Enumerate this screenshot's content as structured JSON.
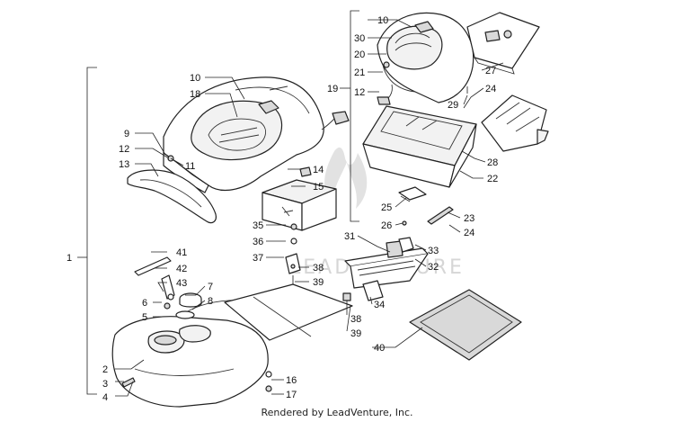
{
  "watermark_text": "LEADVENTURE",
  "caption": "Rendered by LeadVenture, Inc.",
  "callouts": [
    {
      "id": "c1",
      "text": "1"
    },
    {
      "id": "c2",
      "text": "2"
    },
    {
      "id": "c3",
      "text": "3"
    },
    {
      "id": "c4",
      "text": "4"
    },
    {
      "id": "c5",
      "text": "5"
    },
    {
      "id": "c6",
      "text": "6"
    },
    {
      "id": "c7",
      "text": "7"
    },
    {
      "id": "c8",
      "text": "8"
    },
    {
      "id": "c9",
      "text": "9"
    },
    {
      "id": "c10a",
      "text": "10"
    },
    {
      "id": "c10b",
      "text": "10"
    },
    {
      "id": "c11",
      "text": "11"
    },
    {
      "id": "c12a",
      "text": "12"
    },
    {
      "id": "c12b",
      "text": "12"
    },
    {
      "id": "c13",
      "text": "13"
    },
    {
      "id": "c14",
      "text": "14"
    },
    {
      "id": "c15",
      "text": "15"
    },
    {
      "id": "c16",
      "text": "16"
    },
    {
      "id": "c17",
      "text": "17"
    },
    {
      "id": "c18",
      "text": "18"
    },
    {
      "id": "c19",
      "text": "19"
    },
    {
      "id": "c20",
      "text": "20"
    },
    {
      "id": "c21",
      "text": "21"
    },
    {
      "id": "c22",
      "text": "22"
    },
    {
      "id": "c23",
      "text": "23"
    },
    {
      "id": "c24a",
      "text": "24"
    },
    {
      "id": "c24b",
      "text": "24"
    },
    {
      "id": "c25",
      "text": "25"
    },
    {
      "id": "c26",
      "text": "26"
    },
    {
      "id": "c27",
      "text": "27"
    },
    {
      "id": "c28",
      "text": "28"
    },
    {
      "id": "c29",
      "text": "29"
    },
    {
      "id": "c30",
      "text": "30"
    },
    {
      "id": "c31",
      "text": "31"
    },
    {
      "id": "c32",
      "text": "32"
    },
    {
      "id": "c33",
      "text": "33"
    },
    {
      "id": "c34",
      "text": "34"
    },
    {
      "id": "c35",
      "text": "35"
    },
    {
      "id": "c36",
      "text": "36"
    },
    {
      "id": "c37",
      "text": "37"
    },
    {
      "id": "c38a",
      "text": "38"
    },
    {
      "id": "c38b",
      "text": "38"
    },
    {
      "id": "c39a",
      "text": "39"
    },
    {
      "id": "c39b",
      "text": "39"
    },
    {
      "id": "c40",
      "text": "40"
    },
    {
      "id": "c41",
      "text": "41"
    },
    {
      "id": "c42",
      "text": "42"
    },
    {
      "id": "c43",
      "text": "43"
    }
  ]
}
